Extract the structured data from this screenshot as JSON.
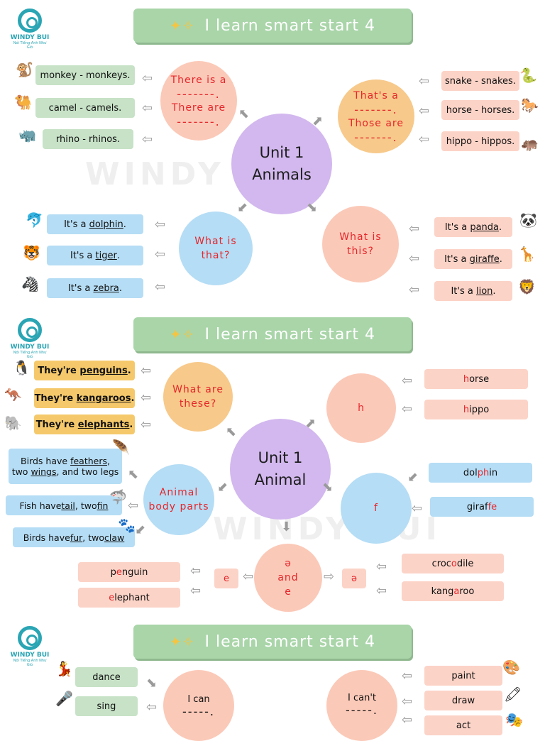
{
  "banner_title": "I learn smart start 4",
  "logo": {
    "name": "WINDY BUI",
    "tagline": "Nói Tiếng Anh Như Gió"
  },
  "s1": {
    "center": [
      "Unit 1",
      "Animals"
    ],
    "there_is": "There is a",
    "there_are": "There are",
    "thats_a": "That's a",
    "those_are": "Those are",
    "what_that": [
      "What is",
      "that?"
    ],
    "what_this": [
      "What is",
      "this?"
    ],
    "dash": "-------.",
    "left_plurals": [
      "monkey - monkeys.",
      "camel - camels.",
      "rhino - rhinos."
    ],
    "right_plurals": [
      "snake - snakes.",
      "horse - horses.",
      "hippo - hippos."
    ],
    "its_a": "It's a",
    "left_animals": [
      "dolphin",
      "tiger",
      "zebra"
    ],
    "right_animals": [
      "panda",
      "giraffe",
      "lion"
    ]
  },
  "s2": {
    "center": [
      "Unit 1",
      "Animal"
    ],
    "what_these": [
      "What are",
      "these?"
    ],
    "theyre": "They're",
    "plural_animals": [
      "penguins",
      "kangaroos",
      "elephants"
    ],
    "h": "h",
    "h_words": [
      [
        "h",
        "orse"
      ],
      [
        "h",
        "ippo"
      ]
    ],
    "f": "f",
    "f_words": [
      [
        "dol",
        "ph",
        "in"
      ],
      [
        "giraf",
        "fe",
        ""
      ]
    ],
    "body": [
      "Animal",
      "body parts"
    ],
    "b1a": "Birds have ",
    "b1b": "feathers",
    "b1c": ",",
    "b2a": "two ",
    "b2b": "wings",
    "b2c": ", and two legs",
    "b3a": "Fish have ",
    "b3b": "tail",
    "b3c": ", two ",
    "b3d": "fin",
    "b4a": "Birds have ",
    "b4b": "fur",
    "b4c": ", two ",
    "b4d": "claw",
    "schwa": "ə",
    "and": "and",
    "e": "e",
    "e_words": [
      [
        "p",
        "e",
        "nguin"
      ],
      [
        "",
        "e",
        "lephant"
      ]
    ],
    "schwa_words": [
      [
        "croc",
        "o",
        "dile"
      ],
      [
        "kang",
        "a",
        "roo"
      ]
    ]
  },
  "s3": {
    "can": "I can",
    "cant": "I can't",
    "dash": "-----.",
    "left": [
      "dance",
      "sing"
    ],
    "right": [
      "paint",
      "draw",
      "act"
    ]
  }
}
